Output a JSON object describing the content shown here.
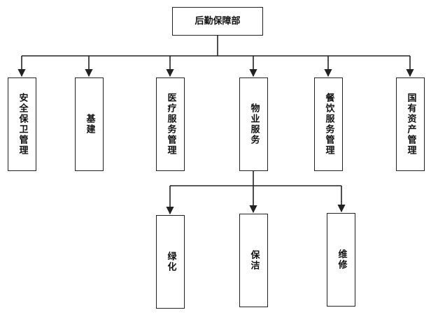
{
  "root": {
    "label": "后勤保障部"
  },
  "departments": [
    {
      "label": "安全保卫管理"
    },
    {
      "label": "基建"
    },
    {
      "label": "医疗服务管理"
    },
    {
      "label": "物业服务"
    },
    {
      "label": "餐饮服务管理"
    },
    {
      "label": "国有资产管理"
    }
  ],
  "sub_units": [
    {
      "label": "绿化"
    },
    {
      "label": "保洁"
    },
    {
      "label": "维修"
    }
  ],
  "colors": {
    "line": "#222222",
    "box_border": "#222222",
    "background": "#ffffff"
  }
}
